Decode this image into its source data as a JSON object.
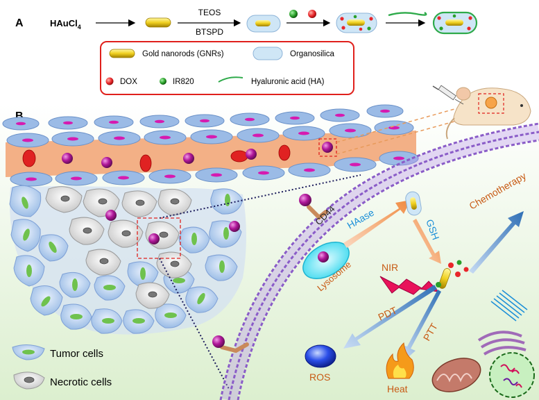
{
  "panel_a": {
    "letter": "A",
    "start_label": "HAuCl",
    "start_sub": "4",
    "step1_top": "TEOS",
    "step1_bottom": "BTSPD",
    "legend": {
      "gnr": "Gold nanorods (GNRs)",
      "organosilica": "Organosilica",
      "dox": "DOX",
      "ir820": "IR820",
      "ha": "Hyaluronic acid (HA)"
    }
  },
  "panel_b": {
    "letter": "B",
    "cd44": "CD44",
    "haase": "HAase",
    "gsh": "GSH",
    "nir": "NIR",
    "lysosome": "Lysosome",
    "chemotherapy": "Chemotherapy",
    "pdt": "PDT",
    "ptt": "PTT",
    "ros": "ROS",
    "heat": "Heat",
    "legend_tumor": "Tumor cells",
    "legend_necrotic": "Necrotic cells"
  },
  "colors": {
    "legend_border": "#e0201c",
    "gold": "#f0d020",
    "dox": "#e8262a",
    "ir820": "#2aa02a",
    "ha": "#2eaa4a",
    "vessel": "#f3b086",
    "endothelium": "#8eb4e2",
    "particle": "#b0189a",
    "membrane": "#8a5cc8",
    "orange_label": "#c85a14",
    "blue_label": "#1a8ed8",
    "arrow_blue": "#2f6fb5"
  }
}
